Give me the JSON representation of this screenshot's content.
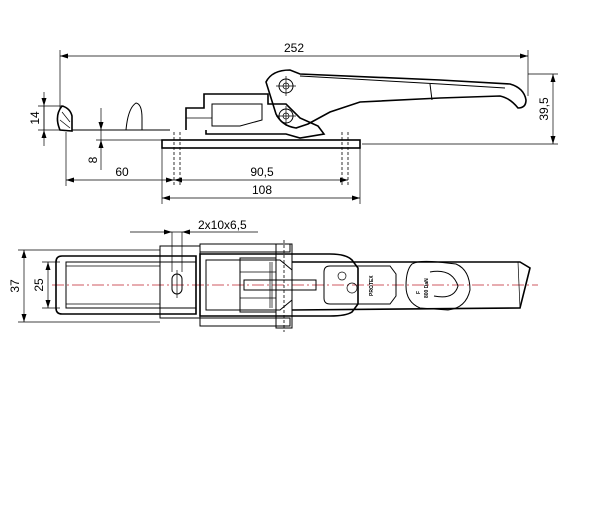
{
  "side_view": {
    "dimensions": {
      "overall_length": "252",
      "height": "39,5",
      "hook_height": "14",
      "base_offset": "8",
      "hook_to_base": "60",
      "hole_spacing": "90,5",
      "base_length": "108"
    }
  },
  "top_view": {
    "dimensions": {
      "holes": "2x10x6,5",
      "overall_width": "37",
      "base_width": "25"
    },
    "stamps": {
      "brand": "PROTEX",
      "tag_line1": "F",
      "tag_line2": "800 DaN"
    }
  },
  "colors": {
    "line": "#000000",
    "centerline": "#c0232c"
  }
}
